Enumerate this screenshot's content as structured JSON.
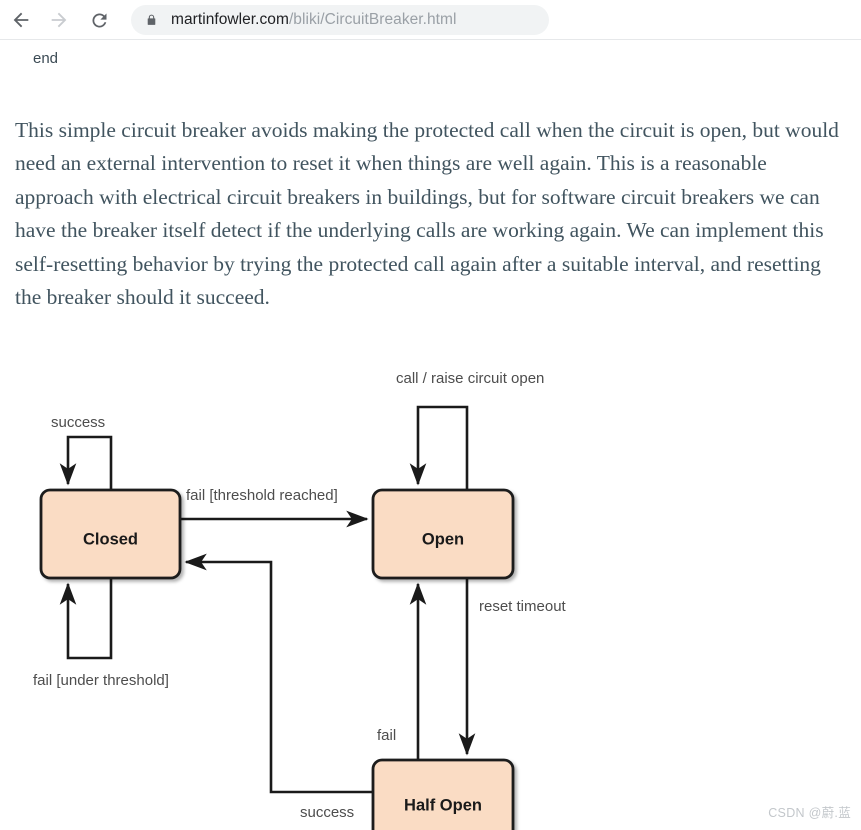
{
  "browser": {
    "back_icon": "back-arrow-icon",
    "forward_icon": "forward-arrow-icon",
    "reload_icon": "reload-icon",
    "lock_icon": "lock-icon",
    "url_domain": "martinfowler.com",
    "url_path": "/bliki/CircuitBreaker.html",
    "url_full": "martinfowler.com/bliki/CircuitBreaker.html"
  },
  "article": {
    "code_tail": "end",
    "paragraph": "This simple circuit breaker avoids making the protected call when the circuit is open, but would need an external intervention to reset it when things are well again. This is a reasonable approach with electrical circuit breakers in buildings, but for software circuit breakers we can have the breaker itself detect if the underlying calls are working again. We can implement this self-resetting behavior by trying the protected call again after a suitable interval, and resetting the breaker should it succeed."
  },
  "diagram": {
    "type": "state-machine",
    "node_fill": "#fadcc4",
    "node_stroke": "#1a1a1a",
    "edge_color": "#1a1a1a",
    "label_color": "#4d4d4d",
    "states": [
      {
        "id": "closed",
        "label": "Closed"
      },
      {
        "id": "open",
        "label": "Open"
      },
      {
        "id": "half_open",
        "label": "Half Open"
      }
    ],
    "transitions": [
      {
        "id": "success-self",
        "from": "closed",
        "to": "closed",
        "label": "success"
      },
      {
        "id": "fail-under-threshold",
        "from": "closed",
        "to": "closed",
        "label": "fail [under threshold]"
      },
      {
        "id": "fail-threshold-reached",
        "from": "closed",
        "to": "open",
        "label": "fail [threshold reached]"
      },
      {
        "id": "call-raise-circuit-open",
        "from": "open",
        "to": "open",
        "label": "call / raise circuit open"
      },
      {
        "id": "reset-timeout",
        "from": "open",
        "to": "half_open",
        "label": "reset timeout"
      },
      {
        "id": "fail",
        "from": "half_open",
        "to": "open",
        "label": "fail"
      },
      {
        "id": "success",
        "from": "half_open",
        "to": "closed",
        "label": "success"
      }
    ]
  },
  "watermark": {
    "text": "CSDN @蔚.蓝"
  }
}
